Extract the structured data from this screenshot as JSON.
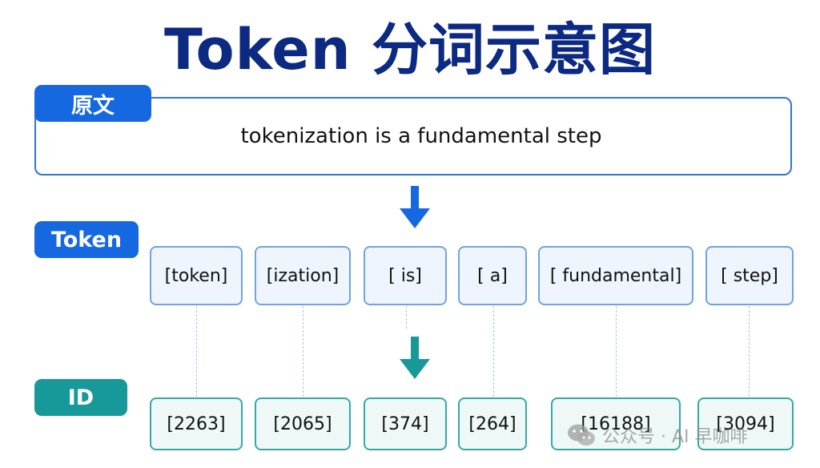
{
  "title": "Token 分词示意图",
  "labels": {
    "original": "原文",
    "token": "Token",
    "id": "ID"
  },
  "original_text": "tokenization is a fundamental step",
  "tokens": [
    "[token]",
    "[ization]",
    "[ is]",
    "[ a]",
    "[ fundamental]",
    "[ step]"
  ],
  "ids": [
    "[2263]",
    "[2065]",
    "[374]",
    "[264]",
    "[16188]",
    "[3094]"
  ],
  "watermark": "公众号 · AI 早咖啡",
  "colors": {
    "title": "#0d2a82",
    "blue": "#1668e0",
    "teal": "#17999a"
  }
}
